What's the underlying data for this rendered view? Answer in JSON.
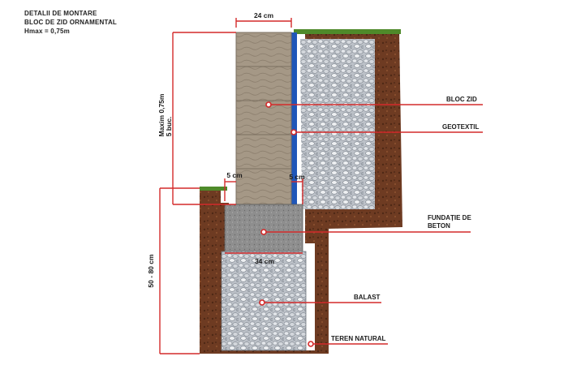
{
  "title": {
    "line1": "DETALII DE MONTARE",
    "line2": "BLOC DE ZID ORNAMENTAL",
    "line3": "Hmax = 0,75m"
  },
  "dimensions": {
    "wall_width": "24 cm",
    "max_height_line1": "Maxim 0,75m",
    "max_height_line2": "5 buc.",
    "offset_left": "5 cm",
    "offset_right": "5 cm",
    "base_width": "34 cm",
    "foundation_depth": "50 - 80 cm"
  },
  "labels": {
    "bloc_zid": "BLOC ZID",
    "geotextil": "GEOTEXTIL",
    "fundatie_line1": "FUNDAȚIE DE",
    "fundatie_line2": "BETON",
    "balast": "BALAST",
    "teren": "TEREN NATURAL"
  },
  "colors": {
    "annotation": "#d42a2a",
    "soil": "#6b3a22",
    "grass": "#4f8a2a",
    "concrete": "#8d8d8d",
    "wall_block": "#a79a8a",
    "geotextile": "#1f56b8",
    "gravel": "#c6cbd2"
  },
  "wall_blocks": 5
}
